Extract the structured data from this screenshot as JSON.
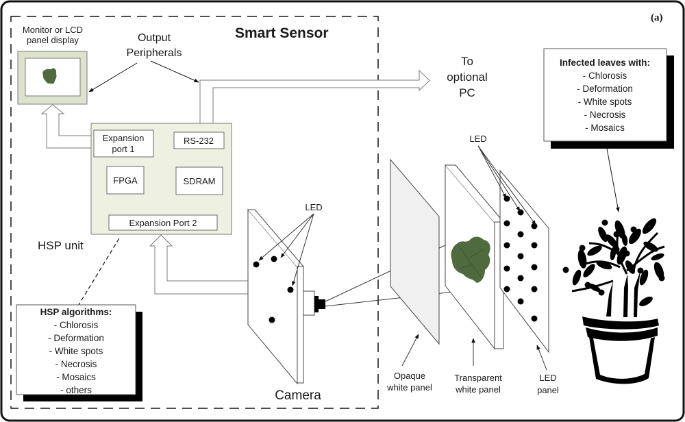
{
  "figure": {
    "panel_label": "(a)"
  },
  "smart_sensor": {
    "title": "Smart Sensor"
  },
  "monitor": {
    "label_lines": [
      "Monitor or LCD",
      "panel display"
    ]
  },
  "output_peripherals": {
    "label_lines": [
      "Output",
      "Peripherals"
    ]
  },
  "optional_pc": {
    "label_lines": [
      "To",
      "optional",
      "PC"
    ]
  },
  "hsp_unit": {
    "label": "HSP unit",
    "components": {
      "expansion_port_1": [
        "Expansion",
        "port 1"
      ],
      "rs232": "RS-232",
      "fpga": "FPGA",
      "sdram": "SDRAM",
      "expansion_port_2": "Expansion Port 2"
    },
    "colors": {
      "fill": "#eef0e2",
      "stroke": "#7a7a7a"
    }
  },
  "hsp_algorithms": {
    "title": "HSP algorithms:",
    "items": [
      "- Chlorosis",
      "- Deformation",
      "- White spots",
      "- Necrosis",
      "- Mosaics",
      "- others"
    ]
  },
  "infected_leaves": {
    "title": "Infected leaves with:",
    "items": [
      "- Chlorosis",
      "- Deformation",
      "- White spots",
      "- Necrosis",
      "- Mosaics"
    ]
  },
  "camera": {
    "label": "Camera",
    "led_label": "LED"
  },
  "panels": {
    "led_label": "LED",
    "opaque": [
      "Opaque",
      "white panel"
    ],
    "transparent": [
      "Transparent",
      "white panel"
    ],
    "led_panel": [
      "LED",
      "panel"
    ]
  },
  "colors": {
    "leaf": "#4f6b3e",
    "monitor_bezel": "#dde2cc",
    "opaque_panel": "#f0f0f0"
  }
}
